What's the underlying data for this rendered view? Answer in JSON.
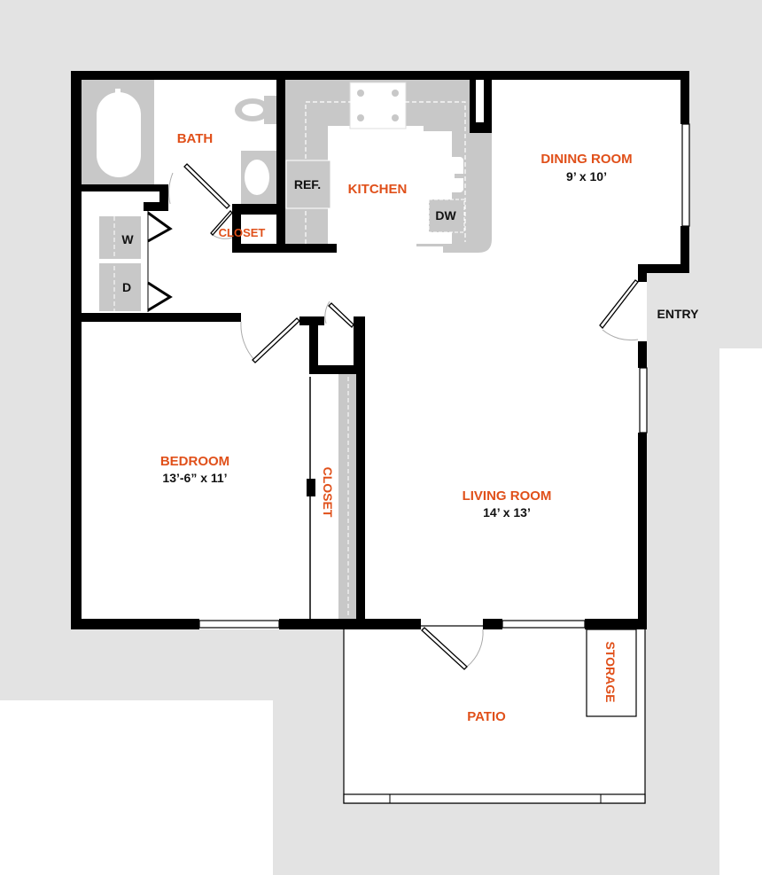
{
  "rooms": {
    "bath": "BATH",
    "kitchen": "KITCHEN",
    "dining_room": {
      "label": "DINING ROOM",
      "size": "9’ x 10’"
    },
    "closet_hall": "CLOSET",
    "bedroom": {
      "label": "BEDROOM",
      "size": "13’-6” x 11’"
    },
    "bedroom_closet": "CLOSET",
    "living_room": {
      "label": "LIVING ROOM",
      "size": "14’ x 13’"
    },
    "patio": "PATIO",
    "storage": "STORAGE",
    "entry": "ENTRY"
  },
  "appliances": {
    "refrigerator": "REF.",
    "dishwasher": "DW",
    "washer": "W",
    "dryer": "D"
  },
  "colors": {
    "label": "#e0501a",
    "background": "#e3e3e3",
    "wall": "#000000",
    "fixture": "#c8c8c8"
  }
}
